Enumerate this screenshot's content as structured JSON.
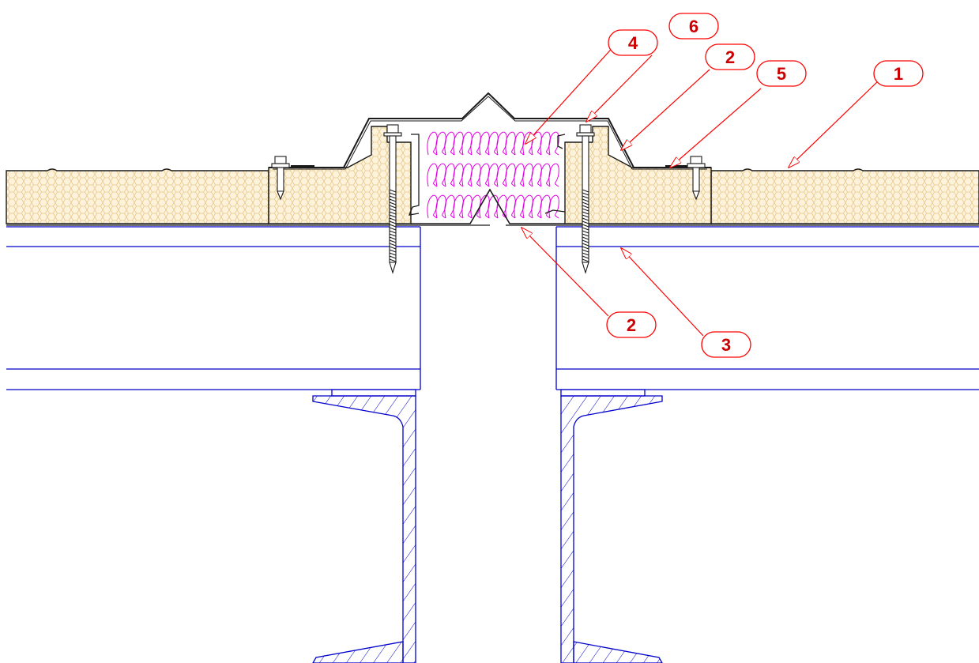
{
  "colors": {
    "background": "#ffffff",
    "steel_outline": "#0000cc",
    "panel_outline": "#1a1a1a",
    "foam_fill": "#fdf3dd",
    "foam_cell": "#e8c98a",
    "wool": "#e000e0",
    "callout": "#ff0000",
    "label_text": "#cc0000"
  },
  "callouts": [
    {
      "id": "callout-1",
      "label": "1"
    },
    {
      "id": "callout-2-top",
      "label": "2"
    },
    {
      "id": "callout-2-bottom",
      "label": "2"
    },
    {
      "id": "callout-3",
      "label": "3"
    },
    {
      "id": "callout-4",
      "label": "4"
    },
    {
      "id": "callout-5",
      "label": "5"
    },
    {
      "id": "callout-6",
      "label": "6"
    }
  ]
}
